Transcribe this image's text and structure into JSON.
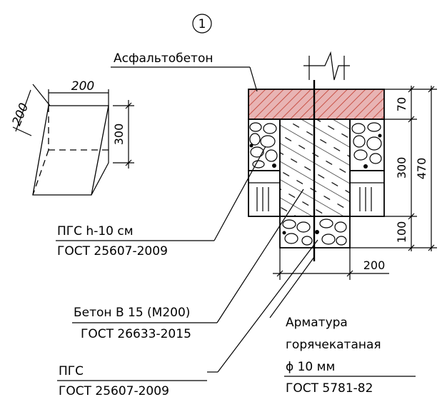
{
  "marker": "1",
  "labels": {
    "asphalt": "Асфальтобетон",
    "pgs_top_line1": "ПГС h-10 см",
    "pgs_top_line2": "ГОСТ 25607-2009",
    "concrete_line1": "Бетон В 15 (М200)",
    "concrete_line2": "ГОСТ 26633-2015",
    "pgs_bottom_line1": "ПГС",
    "pgs_bottom_line2": "ГОСТ 25607-2009",
    "rebar_line1": "Арматура",
    "rebar_line2": "горячекатаная",
    "rebar_line3": "ϕ 10 мм",
    "rebar_line4": "ГОСТ 5781-82"
  },
  "dimensions": {
    "block_width": "200",
    "block_depth": "200",
    "block_height": "300",
    "asphalt_thickness": "70",
    "middle_height": "300",
    "total_height": "470",
    "base_height": "100",
    "base_width": "200"
  },
  "colors": {
    "asphalt_fill": "#e8b4b4",
    "asphalt_hatch": "#c0392b"
  }
}
